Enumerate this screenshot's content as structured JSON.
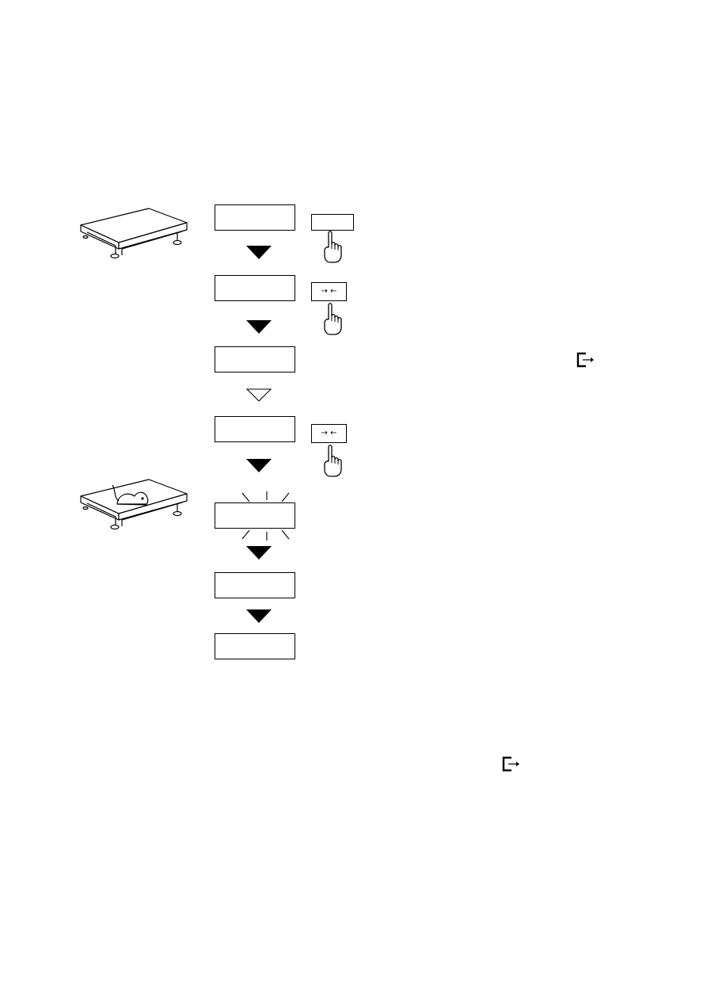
{
  "page": {
    "background": "#ffffff",
    "ink": "#000000"
  },
  "flow": {
    "steps": [
      {
        "display_text": ""
      },
      {
        "display_text": ""
      },
      {
        "display_text": ""
      },
      {
        "display_text": ""
      },
      {
        "display_text": "",
        "blinking": true
      },
      {
        "display_text": ""
      },
      {
        "display_text": ""
      }
    ],
    "arrows": [
      {
        "style": "filled"
      },
      {
        "style": "filled"
      },
      {
        "style": "outline"
      },
      {
        "style": "filled"
      },
      {
        "style": "filled"
      },
      {
        "style": "filled"
      }
    ]
  },
  "keys": {
    "blank_key_label": "",
    "zero_key_label": "→ ←",
    "zero_key_2_label": "→ ←"
  },
  "icons": {
    "hand": "pointing-hand-icon",
    "exit": "exit-arrow-icon",
    "scale_empty": "empty-platform-scale-icon",
    "scale_loaded": "loaded-platform-scale-icon"
  }
}
